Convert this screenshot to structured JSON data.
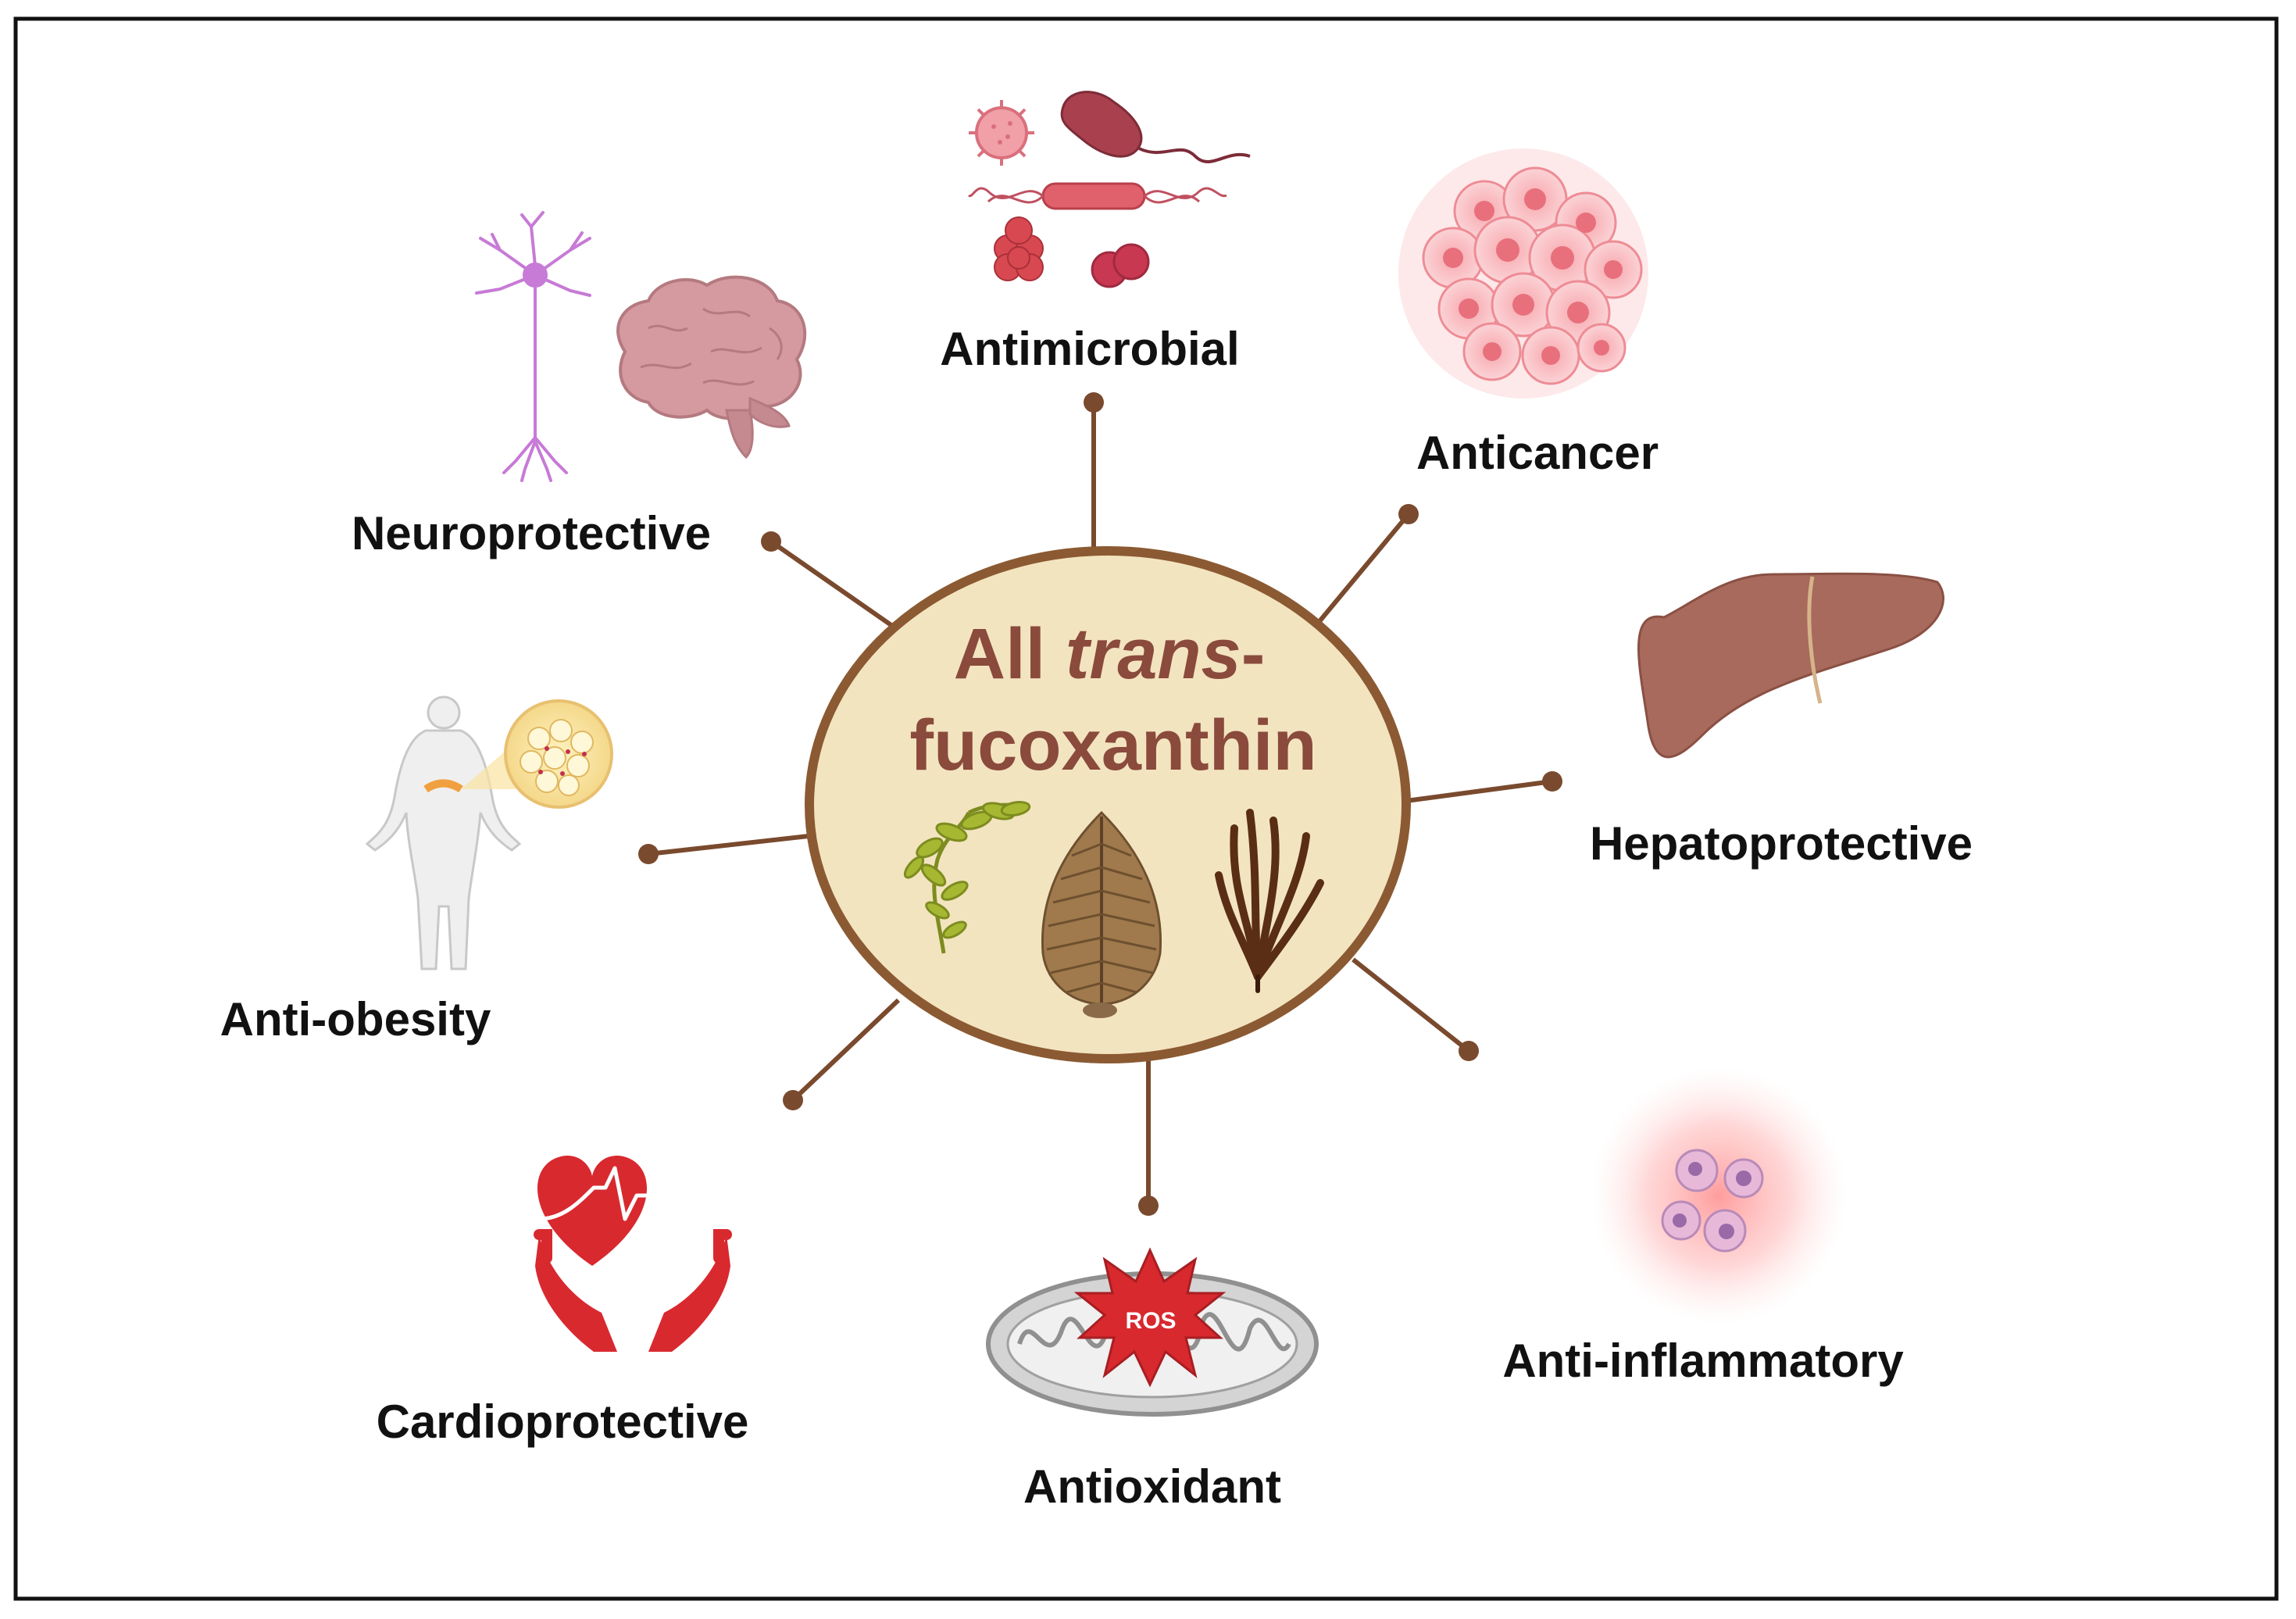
{
  "center": {
    "line1_plain": "All ",
    "line1_italic": "trans",
    "line1_dash": "-",
    "line2": "fucoxanthin"
  },
  "activities": [
    {
      "id": "antimicrobial",
      "label": "Antimicrobial"
    },
    {
      "id": "anticancer",
      "label": "Anticancer"
    },
    {
      "id": "hepatoprotective",
      "label": "Hepatoprotective"
    },
    {
      "id": "anti-inflammatory",
      "label": "Anti-inflammatory"
    },
    {
      "id": "antioxidant",
      "label": "Antioxidant"
    },
    {
      "id": "cardioprotective",
      "label": "Cardioprotective"
    },
    {
      "id": "anti-obesity",
      "label": "Anti-obesity"
    },
    {
      "id": "neuroprotective",
      "label": "Neuroprotective"
    }
  ],
  "icon_labels": {
    "ros": "ROS"
  },
  "colors": {
    "connector": "#7a4a2e",
    "center_fill": "#f3e4c0",
    "center_stroke": "#8b5a32",
    "center_text": "#8a4a3c",
    "heart": "#d8292f",
    "liver": "#a86a5c",
    "cancer": "#f08a92",
    "neuron": "#c77ad6",
    "inflammation": "#ff6b6b"
  }
}
